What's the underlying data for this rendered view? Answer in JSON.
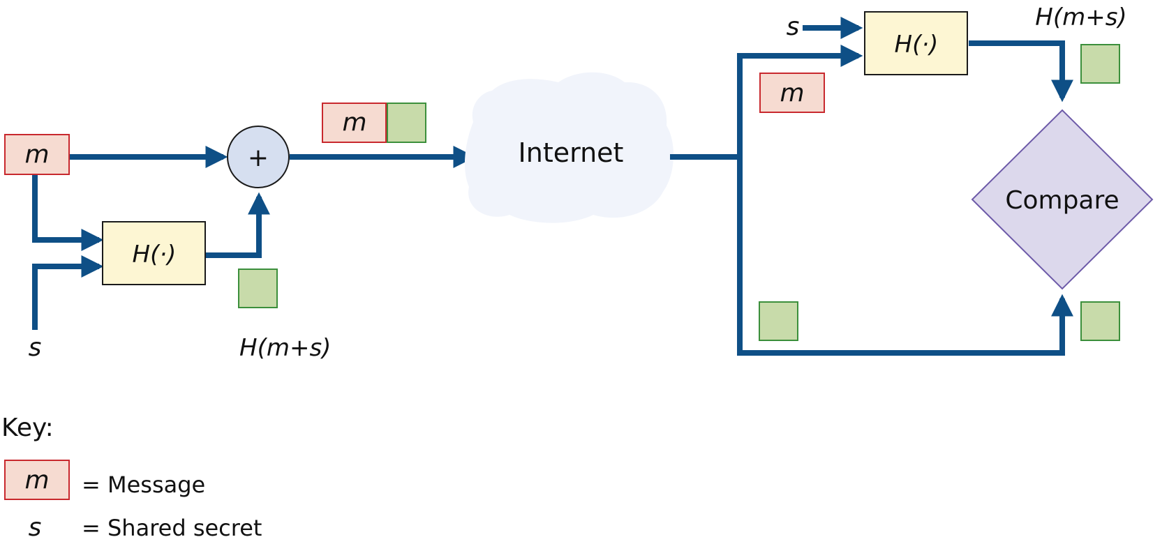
{
  "colors": {
    "flow": "#0e4f86",
    "message_fill": "#f6dbd1",
    "message_stroke": "#c8282d",
    "hash_fill": "#c8dbaa",
    "hash_stroke": "#3b8f3b",
    "func_fill": "#fdf6d3",
    "func_stroke": "#1a1a1a",
    "plus_fill": "#d6dff0",
    "cloud_fill": "#f1f4fb",
    "compare_fill": "#dcd8ec",
    "compare_stroke": "#6d5aa8"
  },
  "sender": {
    "message_label": "m",
    "secret_label": "s",
    "hash_function_label": "H(·)",
    "combine_symbol": "+",
    "hash_output_label": "H(m+s)"
  },
  "transmitted": {
    "message_label": "m"
  },
  "network": {
    "label": "Internet"
  },
  "receiver": {
    "secret_label": "s",
    "hash_function_label": "H(·)",
    "hash_output_label": "H(m+s)",
    "message_label": "m",
    "compare_label": "Compare"
  },
  "key": {
    "title": "Key:",
    "message_symbol": "m",
    "message_meaning": "= Message",
    "secret_symbol": "s",
    "secret_meaning": "= Shared secret"
  }
}
